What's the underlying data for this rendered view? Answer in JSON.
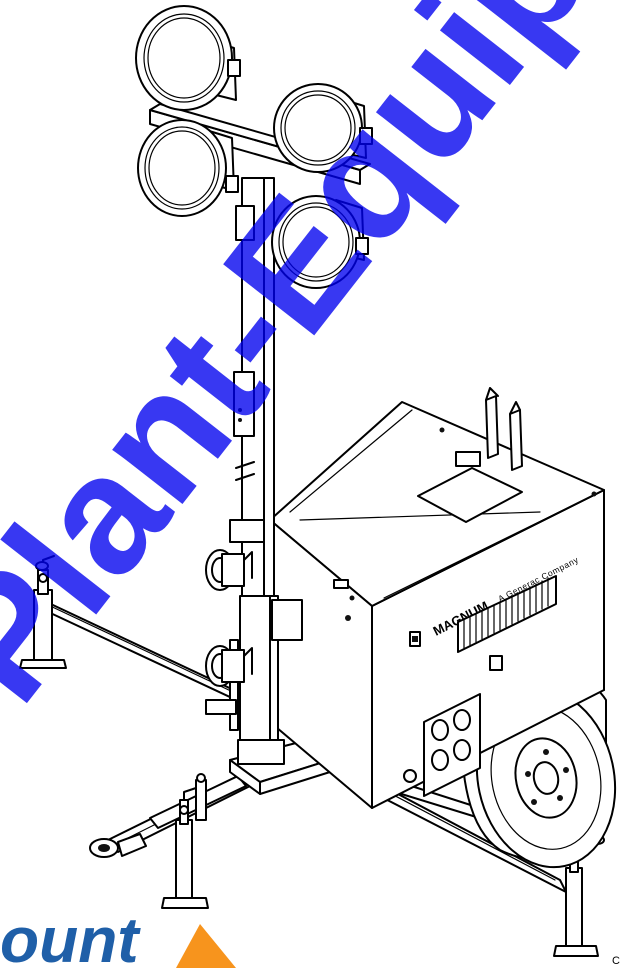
{
  "drawing": {
    "brand_name": "MAGNUM",
    "brand_tagline": "A Generac Company"
  },
  "watermark": {
    "text": "Plant-Equipment",
    "color": "#0000ee"
  },
  "logo": {
    "partial_text": "ount",
    "text_color": "#1f5fa8",
    "accent_color": "#f7941d"
  },
  "corner_mark": {
    "text": "C"
  }
}
